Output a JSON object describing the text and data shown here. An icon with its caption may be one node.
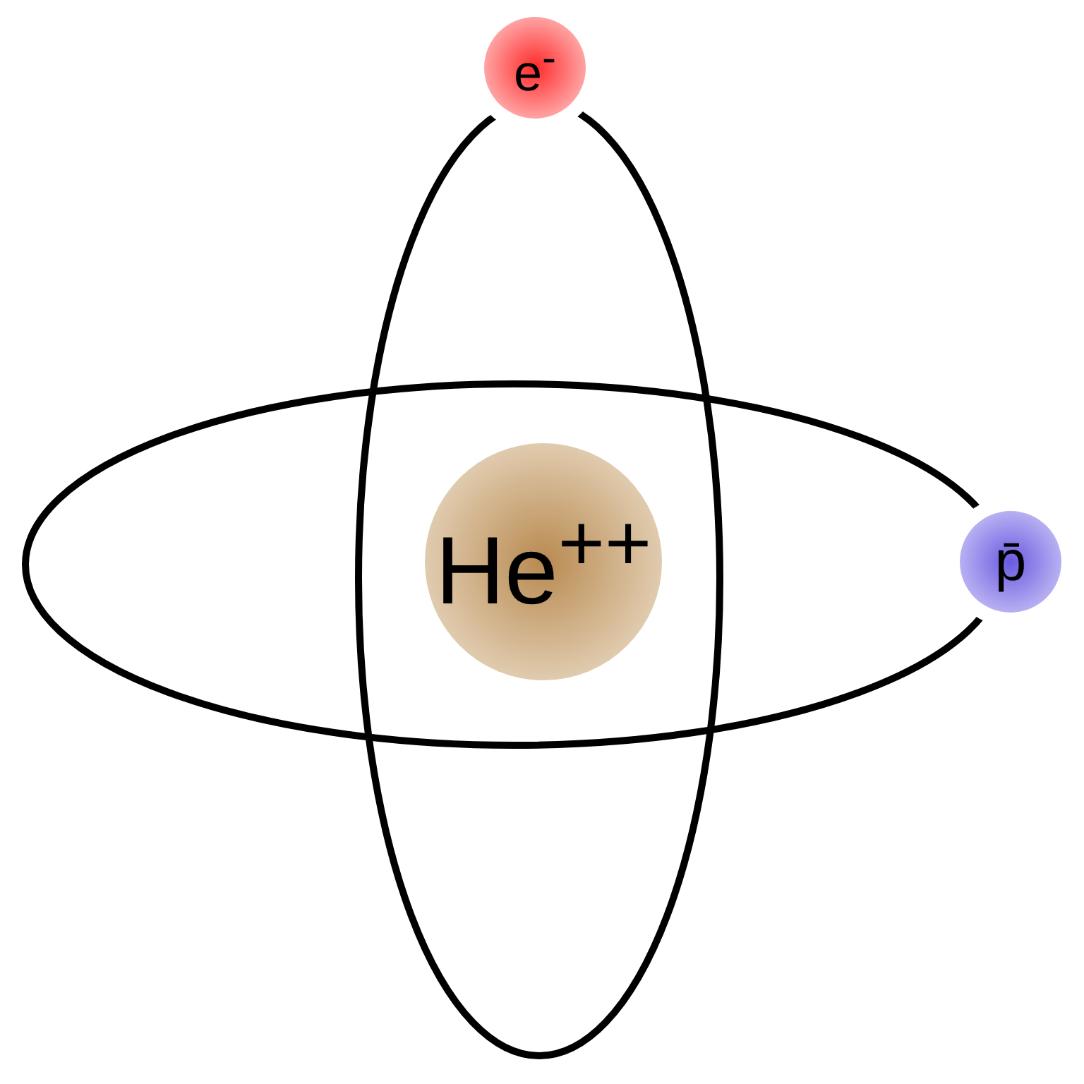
{
  "diagram": {
    "nodes": [
      {
        "text": [
          "He$^{++}$"
        ]
      },
      {
        "text": [
          "e$^{-}$"
        ]
      },
      {
        "text": [
          "p̄"
        ]
      }
    ]
  }
}
